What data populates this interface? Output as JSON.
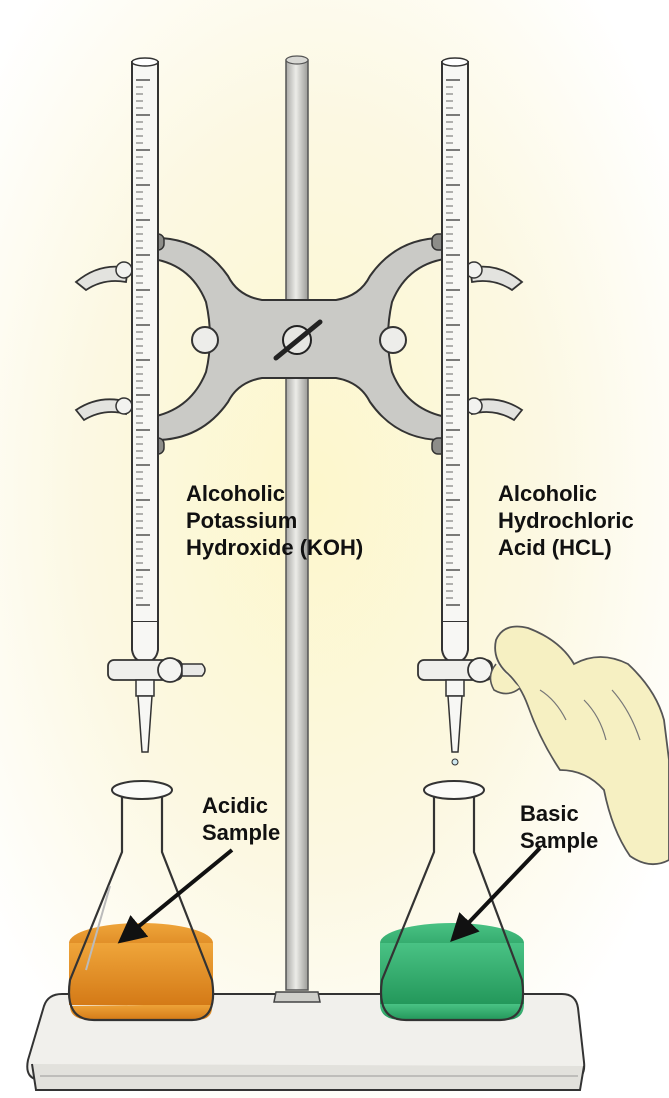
{
  "labels": {
    "left_burette": [
      "Alcoholic",
      "Potassium",
      "Hydroxide (KOH)"
    ],
    "right_burette": [
      "Alcoholic",
      "Hydrochloric",
      "Acid (HCL)"
    ],
    "left_flask": [
      "Acidic",
      "Sample"
    ],
    "right_flask": [
      "Basic",
      "Sample"
    ]
  },
  "colors": {
    "background_glow": "#fdf9d8",
    "base": "#f1f0ec",
    "clamp": "#c9c9c5",
    "acidic_solution": "#e08a1e",
    "basic_solution": "#2faa6a",
    "glove": "#f6f0c2"
  }
}
